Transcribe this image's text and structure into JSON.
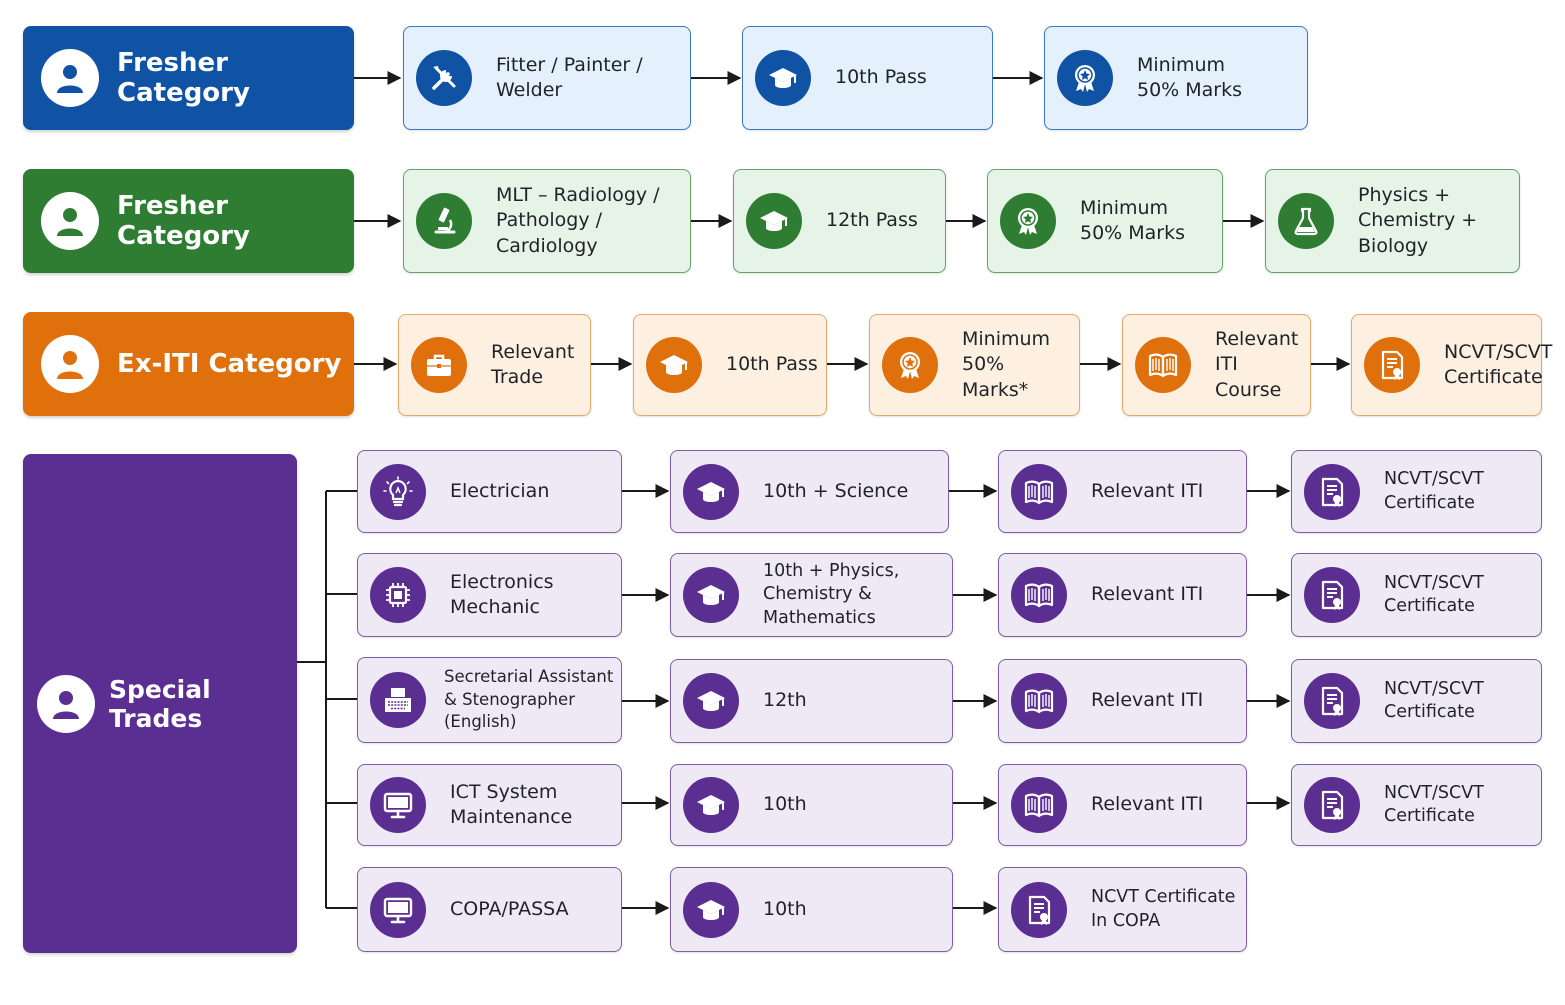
{
  "colors": {
    "blue": "#1053a5",
    "green": "#2e7d32",
    "orange": "#e0700c",
    "purple": "#5b2e91"
  },
  "rows": [
    {
      "category": "Fresher Category",
      "nodes": [
        {
          "label": "Fitter / Painter /\nWelder",
          "icon": "tools-icon"
        },
        {
          "label": "10th Pass",
          "icon": "graduation-cap-icon"
        },
        {
          "label": "Minimum\n50% Marks",
          "icon": "award-badge-icon"
        }
      ]
    },
    {
      "category": "Fresher Category",
      "nodes": [
        {
          "label": "MLT – Radiology /\nPathology /\nCardiology",
          "icon": "microscope-icon"
        },
        {
          "label": "12th Pass",
          "icon": "graduation-cap-icon"
        },
        {
          "label": "Minimum\n50% Marks",
          "icon": "award-badge-icon"
        },
        {
          "label": "Physics +\nChemistry +\nBiology",
          "icon": "flask-icon"
        }
      ]
    },
    {
      "category": "Ex-ITI Category",
      "nodes": [
        {
          "label": "Relevant\nTrade",
          "icon": "briefcase-icon"
        },
        {
          "label": "10th Pass",
          "icon": "graduation-cap-icon"
        },
        {
          "label": "Minimum\n50% Marks*",
          "icon": "award-badge-icon"
        },
        {
          "label": "Relevant\nITI Course",
          "icon": "book-icon"
        },
        {
          "label": "NCVT/SCVT\nCertificate",
          "icon": "certificate-icon"
        }
      ]
    }
  ],
  "special": {
    "category": "Special Trades",
    "trades": [
      {
        "steps": [
          {
            "label": "Electrician",
            "icon": "lightbulb-icon"
          },
          {
            "label": "10th + Science",
            "icon": "graduation-cap-icon"
          },
          {
            "label": "Relevant ITI",
            "icon": "book-icon"
          },
          {
            "label": "NCVT/SCVT\nCertificate",
            "icon": "certificate-icon"
          }
        ]
      },
      {
        "steps": [
          {
            "label": "Electronics\nMechanic",
            "icon": "chip-icon"
          },
          {
            "label": "10th + Physics,\nChemistry &\nMathematics",
            "icon": "graduation-cap-icon"
          },
          {
            "label": "Relevant ITI",
            "icon": "book-icon"
          },
          {
            "label": "NCVT/SCVT\nCertificate",
            "icon": "certificate-icon"
          }
        ]
      },
      {
        "steps": [
          {
            "label": "Secretarial Assistant\n& Stenographer\n(English)",
            "icon": "typewriter-icon"
          },
          {
            "label": "12th",
            "icon": "graduation-cap-icon"
          },
          {
            "label": "Relevant ITI",
            "icon": "book-icon"
          },
          {
            "label": "NCVT/SCVT\nCertificate",
            "icon": "certificate-icon"
          }
        ]
      },
      {
        "steps": [
          {
            "label": "ICT System\nMaintenance",
            "icon": "monitor-icon"
          },
          {
            "label": "10th",
            "icon": "graduation-cap-icon"
          },
          {
            "label": "Relevant ITI",
            "icon": "book-icon"
          },
          {
            "label": "NCVT/SCVT\nCertificate",
            "icon": "certificate-icon"
          }
        ]
      },
      {
        "steps": [
          {
            "label": "COPA/PASSA",
            "icon": "monitor-icon"
          },
          {
            "label": "10th",
            "icon": "graduation-cap-icon"
          },
          {
            "label": "NCVT Certificate\nIn COPA",
            "icon": "certificate-icon"
          }
        ]
      }
    ]
  }
}
